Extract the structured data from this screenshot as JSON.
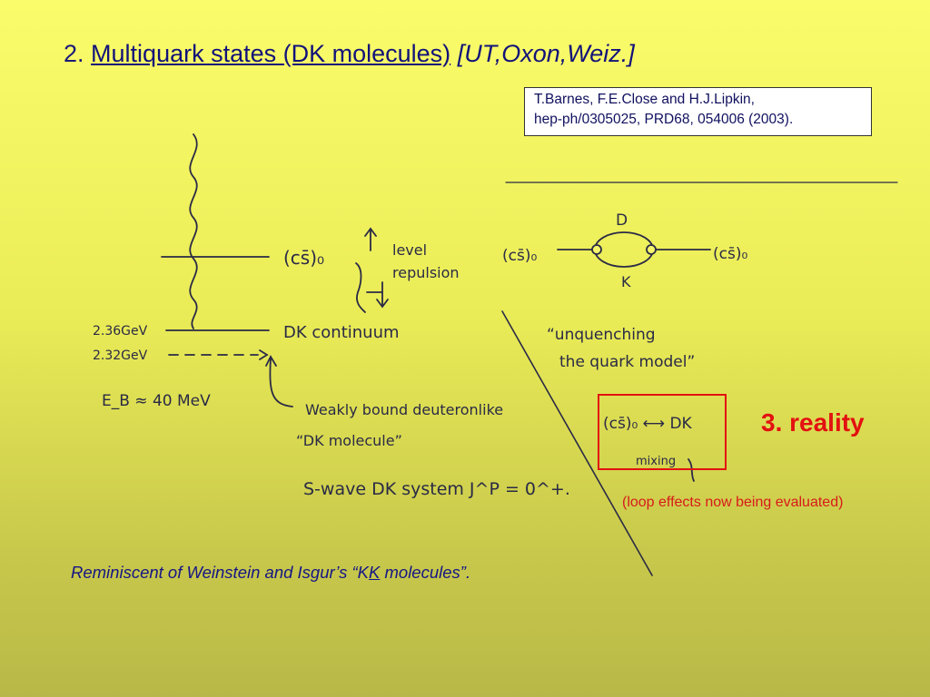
{
  "slide": {
    "title_number": "2.",
    "title_main": "Multiquark states (DK molecules)",
    "title_affiliation": "[UT,Oxon,Weiz.]",
    "reference_line1": "T.Barnes, F.E.Close and H.J.Lipkin,",
    "reference_line2": "hep-ph/0305025, PRD68, 054006 (2003).",
    "reality_label": "3. reality",
    "loop_note": "(loop effects now being evaluated)",
    "reminiscent_prefix": "Reminiscent of Weinstein and Isgur’s “K",
    "reminiscent_kbar": "K",
    "reminiscent_suffix": " molecules”."
  },
  "handwritten": {
    "cs_level": "(cs̄)₀",
    "level_line1": "level",
    "level_line2": "repulsion",
    "energy_236": "2.36GeV",
    "energy_232": "2.32GeV",
    "dk_continuum": "DK continuum",
    "binding_energy": "E_B ≈ 40 MeV",
    "weakly_bound": "Weakly bound deuteronlike",
    "dk_molecule": "“DK molecule”",
    "swave": "S-wave DK system  J^P = 0^+.",
    "loop_left": "(cs̄)₀",
    "loop_right": "(cs̄)₀",
    "loop_top": "D",
    "loop_bottom": "K",
    "unquenching_line1": "“unquenching",
    "unquenching_line2": "the quark model”",
    "mixing_formula": "(cs̄)₀ ⟷ DK",
    "mixing_word": "mixing"
  }
}
